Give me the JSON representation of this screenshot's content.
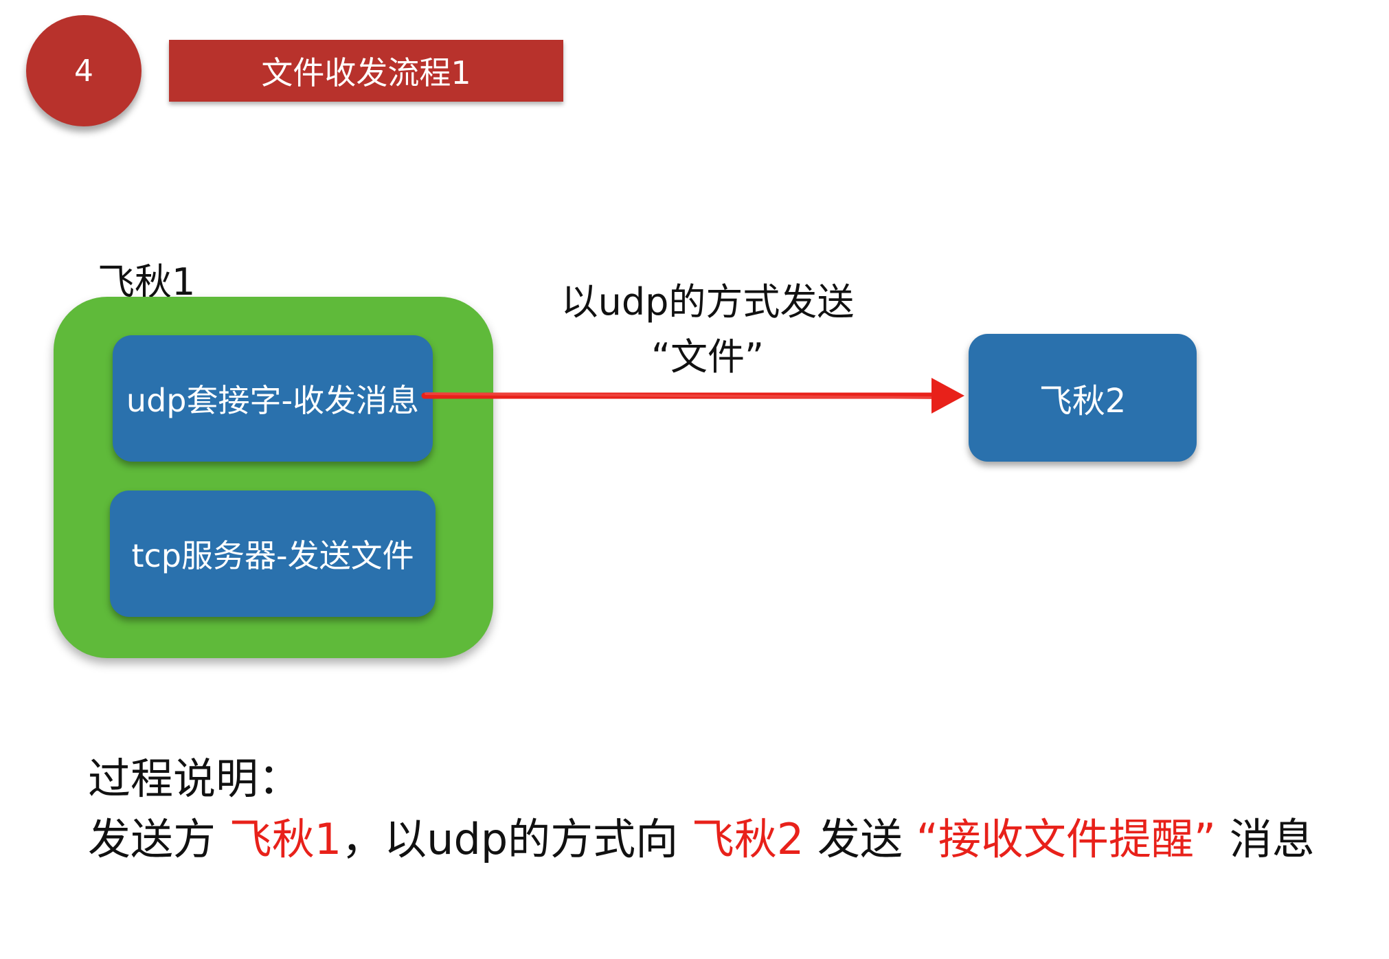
{
  "header": {
    "step_number": "4",
    "title": "文件收发流程1"
  },
  "sender": {
    "label": "飞秋1",
    "components": [
      {
        "label": "udp套接字-收发消息"
      },
      {
        "label": "tcp服务器-发送文件"
      }
    ]
  },
  "arrow": {
    "label_line1": "以udp的方式发送",
    "label_line2": "“文件”",
    "color": "#e8211a"
  },
  "receiver": {
    "label": "飞秋2"
  },
  "explanation": {
    "heading": "过程说明：",
    "line_prefix": "发送方 ",
    "sender_name": "飞秋1",
    "line_mid": "，以udp的方式向 ",
    "receiver_name": "飞秋2",
    "line_mid2": " 发送 ",
    "message_name": "“接收文件提醒”",
    "line_suffix": " 消息"
  },
  "colors": {
    "badge": "#b8322c",
    "container": "#5fba3a",
    "box": "#2a71ad",
    "highlight": "#e8211a"
  }
}
